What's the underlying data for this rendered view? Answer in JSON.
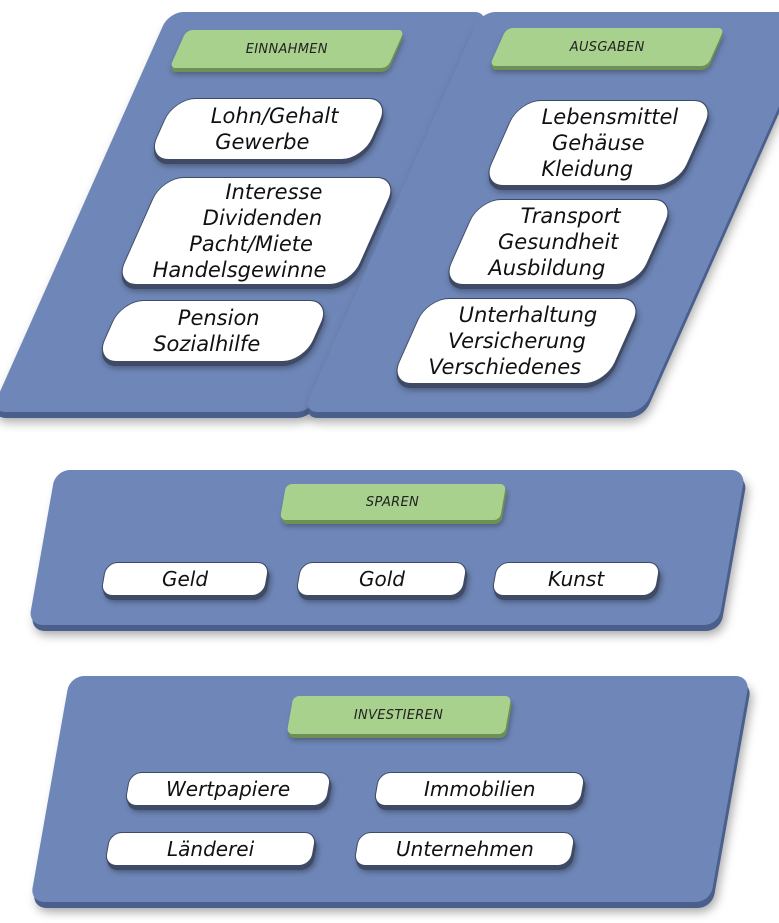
{
  "columns": [
    {
      "header": "EINNAHMEN",
      "groups": [
        [
          "Lohn/Gehalt",
          "Gewerbe"
        ],
        [
          "Interesse",
          "Dividenden",
          "Pacht/Miete",
          "Handelsgewinne"
        ],
        [
          "Pension",
          "Sozialhilfe"
        ]
      ]
    },
    {
      "header": "AUSGABEN",
      "groups": [
        [
          "Lebensmittel",
          "Gehäuse",
          "Kleidung"
        ],
        [
          "Transport",
          "Gesundheit",
          "Ausbildung"
        ],
        [
          "Unterhaltung",
          "Versicherung",
          "Verschiedenes"
        ]
      ]
    }
  ],
  "savings": {
    "header": "SPAREN",
    "items": [
      "Geld",
      "Gold",
      "Kunst"
    ]
  },
  "investing": {
    "header": "INVESTIEREN",
    "items": [
      "Wertpapiere",
      "Immobilien",
      "Länderei",
      "Unternehmen"
    ]
  },
  "colors": {
    "panel": "#6f87b8",
    "header": "#a9d18e",
    "box": "#ffffff"
  }
}
